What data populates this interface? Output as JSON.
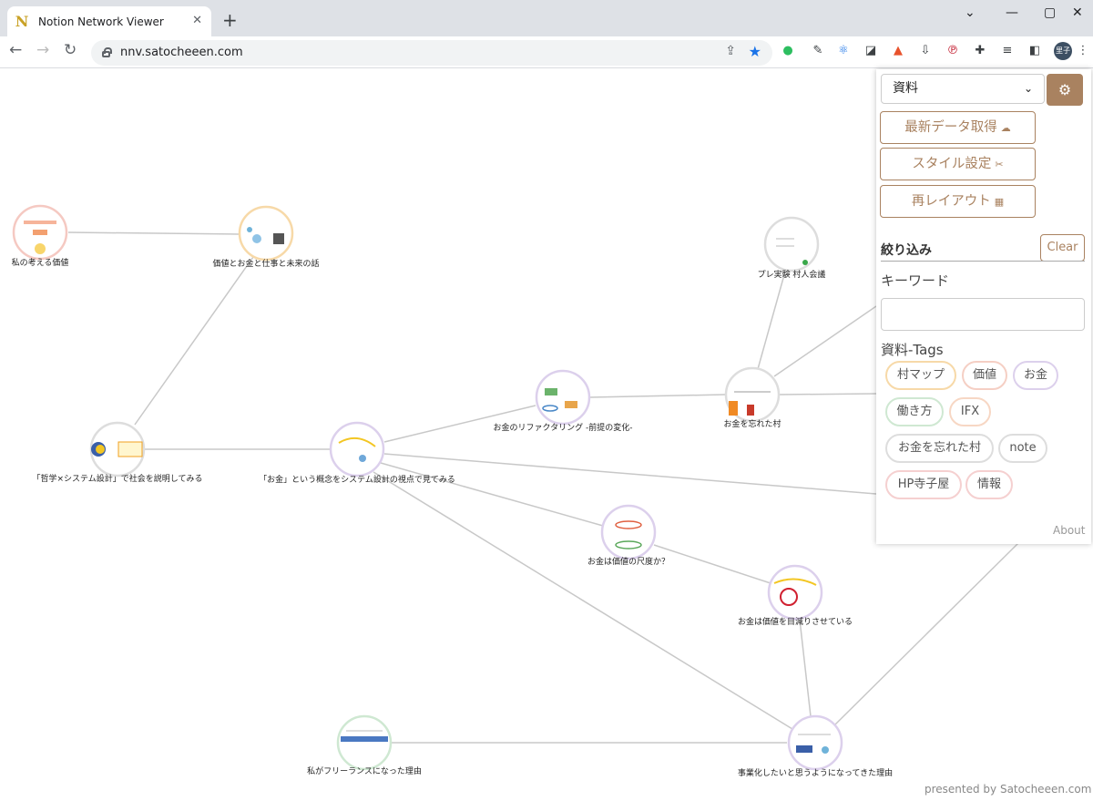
{
  "browser": {
    "tab_title": "Notion Network Viewer",
    "tab_favicon": "N",
    "url": "nnv.satocheeen.com",
    "avatar_text": "里子"
  },
  "panel": {
    "select_value": "資料",
    "buttons": [
      {
        "label": "最新データ取得",
        "icon": "cloud-download-icon",
        "glyph": "☁"
      },
      {
        "label": "スタイル設定",
        "icon": "style-icon",
        "glyph": "✂"
      },
      {
        "label": "再レイアウト",
        "icon": "qr-layout-icon",
        "glyph": "▦"
      }
    ],
    "filter_heading": "絞り込み",
    "clear_label": "Clear",
    "keyword_label": "キーワード",
    "keyword_value": "",
    "tags_label": "資料-Tags",
    "tags": [
      {
        "label": "村マップ",
        "color": "#f7d9a8"
      },
      {
        "label": "価値",
        "color": "#f5cfc4"
      },
      {
        "label": "お金",
        "color": "#dcd0ec"
      },
      {
        "label": "働き方",
        "color": "#cfe8d2"
      },
      {
        "label": "IFX",
        "color": "#f7d7c4"
      },
      {
        "label": "お金を忘れた村",
        "color": "#dddddd"
      },
      {
        "label": "note",
        "color": "#dddddd"
      },
      {
        "label": "HP寺子屋",
        "color": "#f5d0d0"
      },
      {
        "label": "情報",
        "color": "#f5d0d0"
      }
    ],
    "about_label": "About"
  },
  "footer": {
    "presented_by": "presented by Satocheeen.com"
  },
  "graph": {
    "nodes": [
      {
        "label": "私の考える価値",
        "color": "#f5c9c2"
      },
      {
        "label": "価値とお金と仕事と未来の話",
        "color": "#f7d9a8"
      },
      {
        "label": "「哲学×システム設計」で社会を説明してみる",
        "color": "#dddddd"
      },
      {
        "label": "「お金」という概念をシステム設計の視点で見てみる",
        "color": "#dcd0ec"
      },
      {
        "label": "お金のリファクタリング -前提の変化-",
        "color": "#dcd0ec"
      },
      {
        "label": "お金を忘れた村",
        "color": "#dddddd"
      },
      {
        "label": "プレ実験 村人会議",
        "color": "#dddddd"
      },
      {
        "label": "お金は価値の尺度か？",
        "color": "#dcd0ec"
      },
      {
        "label": "お金は価値を目減りさせている",
        "color": "#dcd0ec"
      },
      {
        "label": "事業化したいと思うようになってきた理由",
        "color": "#dcd0ec"
      },
      {
        "label": "私がフリーランスになった理由",
        "color": "#cfe8d2"
      }
    ]
  }
}
